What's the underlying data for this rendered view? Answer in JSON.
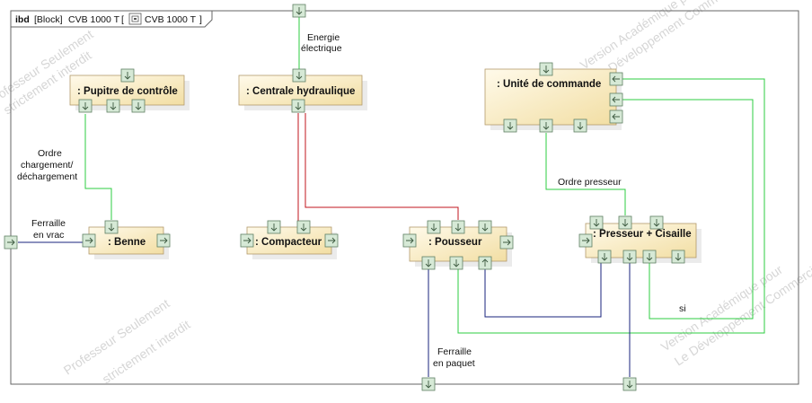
{
  "frame": {
    "keyword": "ibd",
    "kind": "[Block]",
    "name": "CVB 1000 T",
    "bracket_open": "[",
    "icon": "block-diagram-icon",
    "name2": "CVB 1000 T",
    "bracket_close": "]"
  },
  "blocks": {
    "pupitre": ": Pupitre de contrôle",
    "centrale": ": Centrale hydraulique",
    "unite": ": Unité de commande",
    "benne": ": Benne",
    "compacteur": ": Compacteur",
    "pousseur": ": Pousseur",
    "presseur": ": Presseur + Cisaille"
  },
  "labels": {
    "energie": [
      "Energie",
      "électrique"
    ],
    "ordre_charg": [
      "Ordre",
      "chargement/",
      "déchargement"
    ],
    "ferraille_vrac": [
      "Ferraille",
      "en vrac"
    ],
    "ordre_presseur": "Ordre presseur",
    "si": "si",
    "ferraille_paquet": [
      "Ferraille",
      "en paquet"
    ]
  },
  "watermark": {
    "lines": [
      "Version Académique pour",
      "Le Développement Commercial",
      "Professeur Seulement",
      "strictement interdit"
    ]
  },
  "colors": {
    "block_fill": "#fdf3d6",
    "block_fill_dark": "#f3dfa6",
    "block_border": "#b39a6b",
    "port_fill": "#d6e9d6",
    "port_border": "#5f7f63",
    "green": "#2ecc40",
    "red": "#c0141c",
    "blue": "#1a237e",
    "frame": "#666666"
  }
}
